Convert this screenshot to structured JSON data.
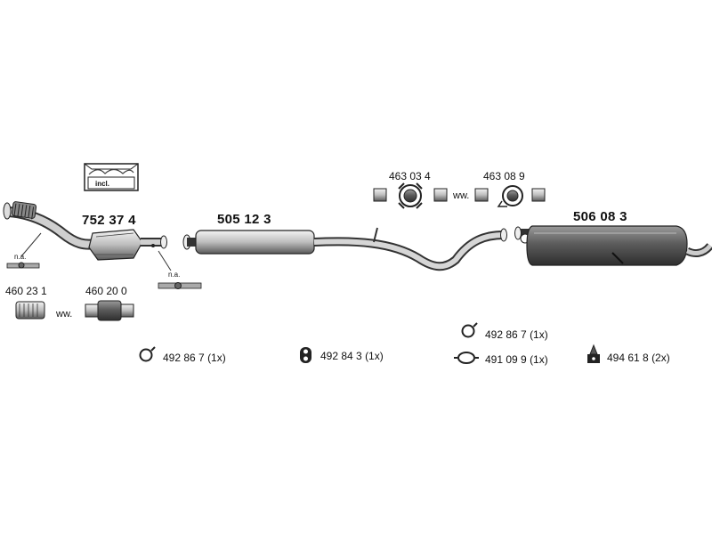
{
  "labels": {
    "catalyst": "752 37 4",
    "front_pipe_gasket_a": "460 23 1",
    "front_pipe_gasket_b": "460 20 0",
    "middle_silencer": "505 12 3",
    "rear_silencer": "506 08 3",
    "clamp_a": "463 03 4",
    "clamp_b": "463 08 9",
    "incl_box": "incl.",
    "na_left": "n.a.",
    "na_right": "n.a.",
    "ww_left": "ww.",
    "ww_right": "ww."
  },
  "fittings": [
    {
      "code": "492 86 7",
      "qty": "(1x)",
      "icon": "clamp-icon"
    },
    {
      "code": "492 84 3",
      "qty": "(1x)",
      "icon": "rubber-hanger-icon"
    },
    {
      "code": "492 86 7",
      "qty": "(1x)",
      "icon": "clamp-icon"
    },
    {
      "code": "491 09 9",
      "qty": "(1x)",
      "icon": "ring-hanger-icon"
    },
    {
      "code": "494 61 8",
      "qty": "(2x)",
      "icon": "mount-rubber-icon"
    }
  ]
}
